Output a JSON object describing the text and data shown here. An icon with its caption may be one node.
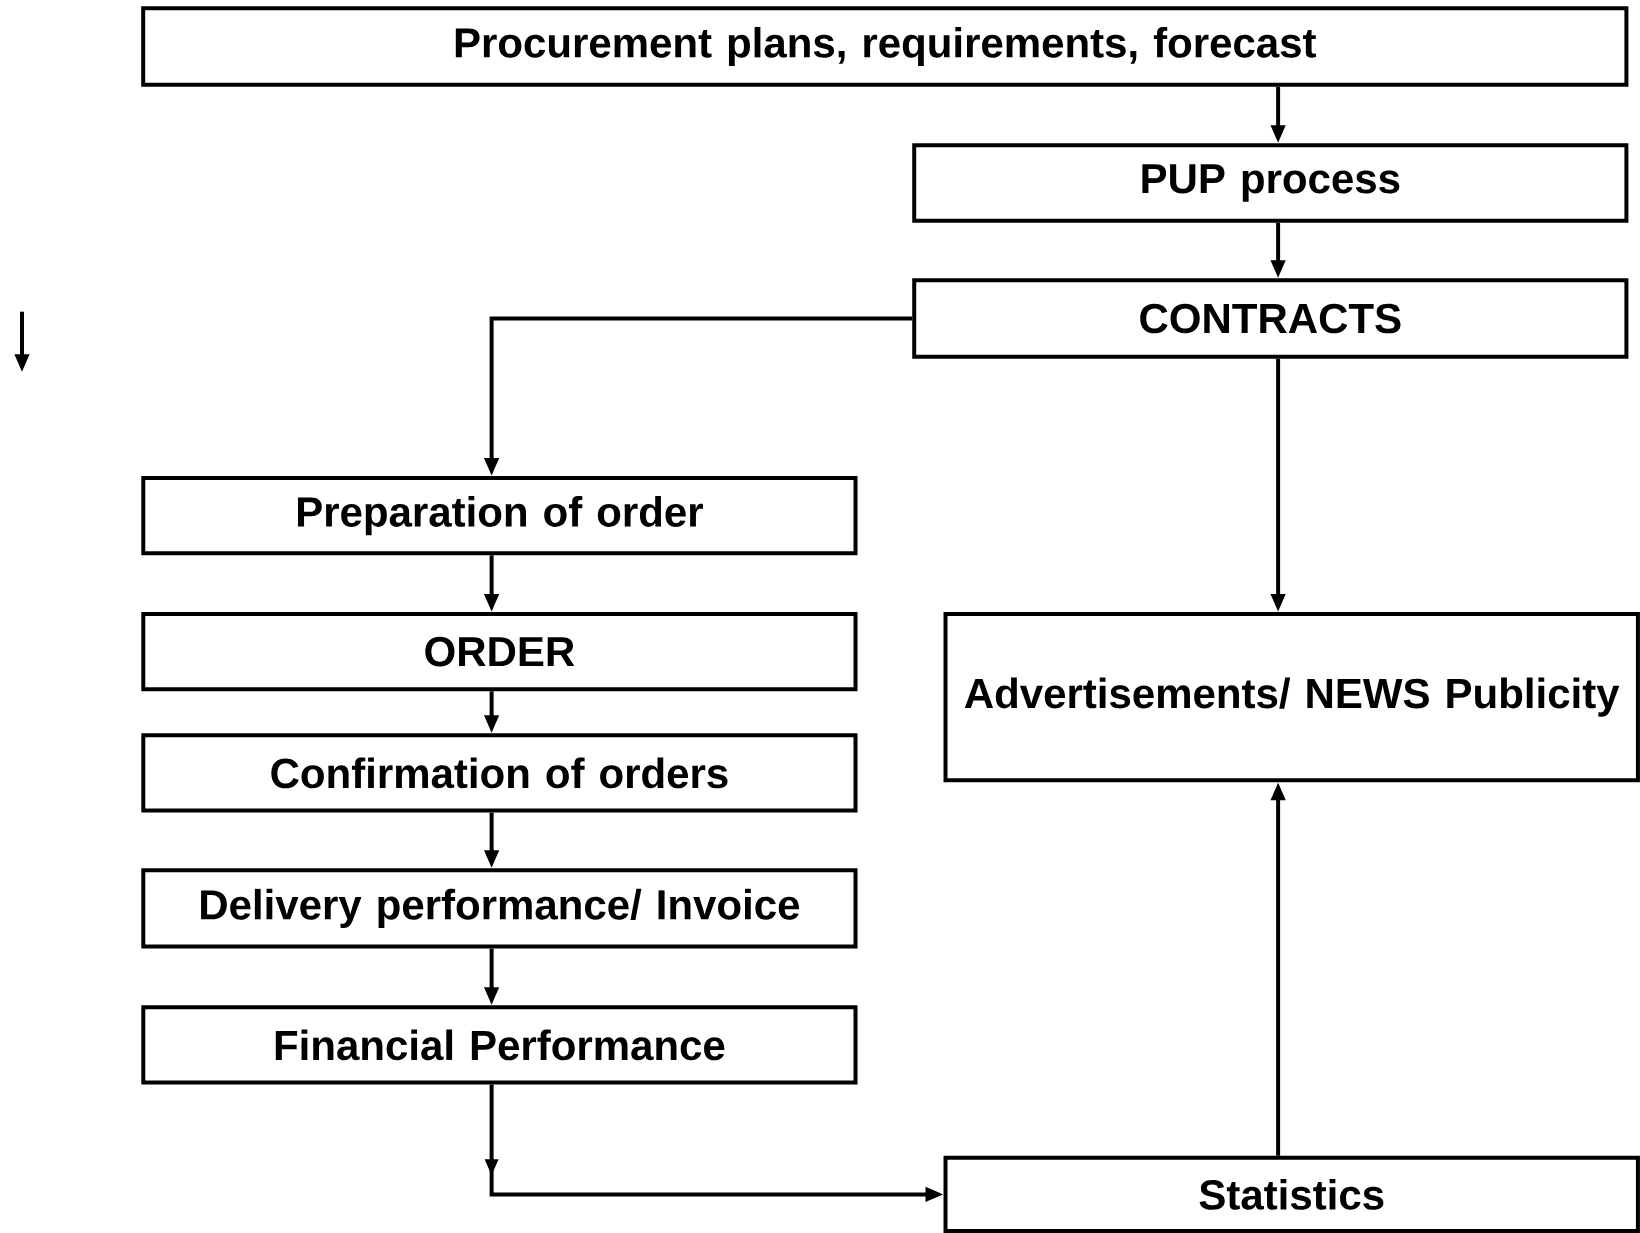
{
  "diagram": {
    "nodes": [
      {
        "text": [
          "Procurement plans, requirements, forecast"
        ]
      },
      {
        "text": [
          "PUP process"
        ]
      },
      {
        "text": [
          "CONTRACTS"
        ]
      },
      {
        "text": [
          "Preparation of order"
        ]
      },
      {
        "text": [
          "ORDER"
        ]
      },
      {
        "text": [
          "Confirmation of orders"
        ]
      },
      {
        "text": [
          "Delivery performance/ Invoice"
        ]
      },
      {
        "text": [
          "Financial Performance"
        ]
      },
      {
        "text": [
          "Advertisements/ NEWS Publicity"
        ]
      },
      {
        "text": [
          "Statistics"
        ]
      }
    ],
    "edges": [
      {
        "from": 0,
        "to": 1,
        "arrow": "to"
      },
      {
        "from": 1,
        "to": 2,
        "arrow": "to"
      },
      {
        "from": 2,
        "to": 3,
        "arrow": "to"
      },
      {
        "from": 2,
        "to": 8,
        "arrow": "to"
      },
      {
        "from": 3,
        "to": 4,
        "arrow": "to"
      },
      {
        "from": 4,
        "to": 5,
        "arrow": "to"
      },
      {
        "from": 5,
        "to": 6,
        "arrow": "to"
      },
      {
        "from": 6,
        "to": 7,
        "arrow": "to"
      },
      {
        "from": 7,
        "to": 9,
        "arrow": "to"
      },
      {
        "from": 9,
        "to": 8,
        "arrow": "to"
      }
    ]
  }
}
